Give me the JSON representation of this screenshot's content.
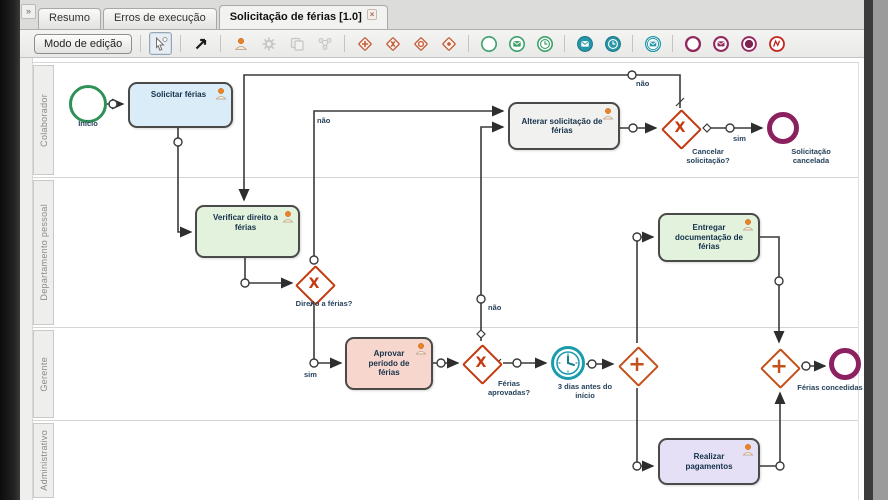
{
  "window": {
    "expander": "»"
  },
  "tabs": [
    {
      "label": "Resumo",
      "active": false
    },
    {
      "label": "Erros de execução",
      "active": false
    },
    {
      "label": "Solicitação de férias [1.0]",
      "active": true,
      "close": "×"
    }
  ],
  "toolbar": {
    "edit_mode": "Modo de edição",
    "palette": [
      "selection-tool",
      "direct-edit-arrow",
      "human-task",
      "settings-gear",
      "copy",
      "link-tool",
      "gateway-parallel",
      "gateway-exclusive",
      "gateway-inclusive",
      "gateway-complex",
      "start-event",
      "start-message-event",
      "start-timer-event",
      "intermediate-message-event",
      "intermediate-timer-event",
      "boundary-message-event",
      "end-event",
      "end-message-event",
      "terminate-event",
      "error-event"
    ]
  },
  "lanes": [
    {
      "label": "Colaborador"
    },
    {
      "label": "Departamento pessoal"
    },
    {
      "label": "Gerente"
    },
    {
      "label": "Administrativo"
    }
  ],
  "diagram": {
    "start": {
      "label": "Início"
    },
    "tasks": {
      "solicitar": {
        "label": "Solicitar férias"
      },
      "verificar": {
        "label": "Verificar direito a férias"
      },
      "alterar": {
        "label": "Alterar solicitação de férias"
      },
      "aprovar": {
        "label": "Aprovar período de férias"
      },
      "entregar": {
        "label": "Entregar documentação de férias"
      },
      "realizar": {
        "label": "Realizar pagamentos"
      }
    },
    "gateways": {
      "direito": {
        "label": "Direito a férias?"
      },
      "aprovadas": {
        "label": "Férias aprovadas?"
      },
      "cancelar": {
        "label": "Cancelar solicitação?"
      }
    },
    "timer": {
      "label": "3 dias antes do início"
    },
    "ends": {
      "cancelada": {
        "label": "Solicitação cancelada"
      },
      "concedidas": {
        "label": "Férias concedidas"
      }
    },
    "labels": {
      "yes": "sim",
      "no": "não"
    }
  },
  "colors": {
    "task_blue": "#d9ecf7",
    "task_green": "#e2f2dc",
    "task_gray": "#f1f1ef",
    "task_pink": "#f7d6cd",
    "task_lavender": "#e5e0f5",
    "gateway_orange": "#c33b10",
    "start_green": "#2f9157",
    "timer_teal": "#1b9cad",
    "end_maroon": "#8c2160",
    "flow_line": "#3a3a3a"
  }
}
